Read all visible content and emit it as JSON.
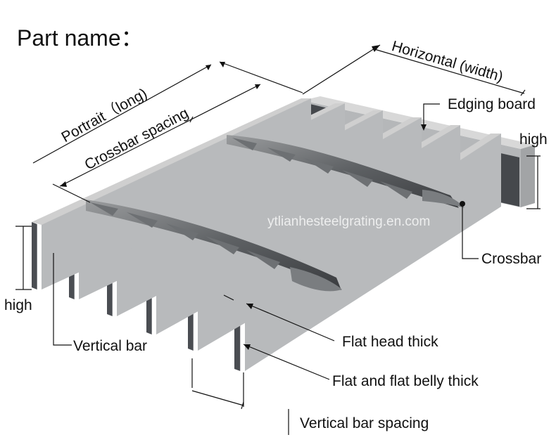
{
  "title": "Part name：",
  "labels": {
    "horizontal": "Horizontal (width)",
    "portrait": "Portrait（long)",
    "crossbar_spacing": "Crossbar spacing",
    "edging_board": "Edging board",
    "high_right": "high",
    "high_left": "high",
    "crossbar": "Crossbar",
    "vertical_bar": "Vertical bar",
    "flat_head_thick": "Flat head thick",
    "flat_belly_thick": "Flat and flat belly thick",
    "vertical_bar_spacing": "Vertical bar spacing"
  },
  "watermark": "ytlianhesteelgrating.en.com",
  "colors": {
    "bar_top": "#cfcfcf",
    "bar_face": "#4a4d52",
    "bar_side": "#b8babc",
    "line": "#111111"
  }
}
